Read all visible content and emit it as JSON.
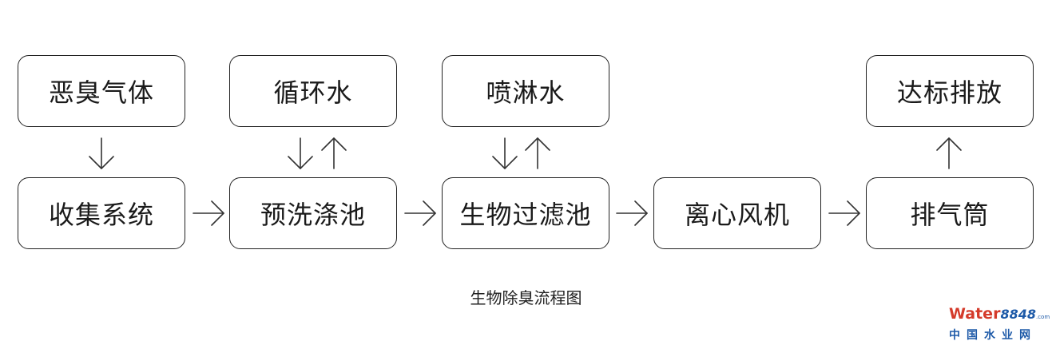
{
  "top_row": {
    "waste_gas": "恶臭气体",
    "circulating_water": "循环水",
    "spray_water": "喷淋水",
    "discharge": "达标排放"
  },
  "bottom_row": {
    "collection": "收集系统",
    "prewash": "预洗涤池",
    "biofilter": "生物过滤池",
    "fan": "离心风机",
    "stack": "排气筒"
  },
  "caption": "生物除臭流程图",
  "watermark": {
    "brand": "Water",
    "number": "8848",
    "suffix": ".com",
    "subtitle": "中国水业网"
  }
}
